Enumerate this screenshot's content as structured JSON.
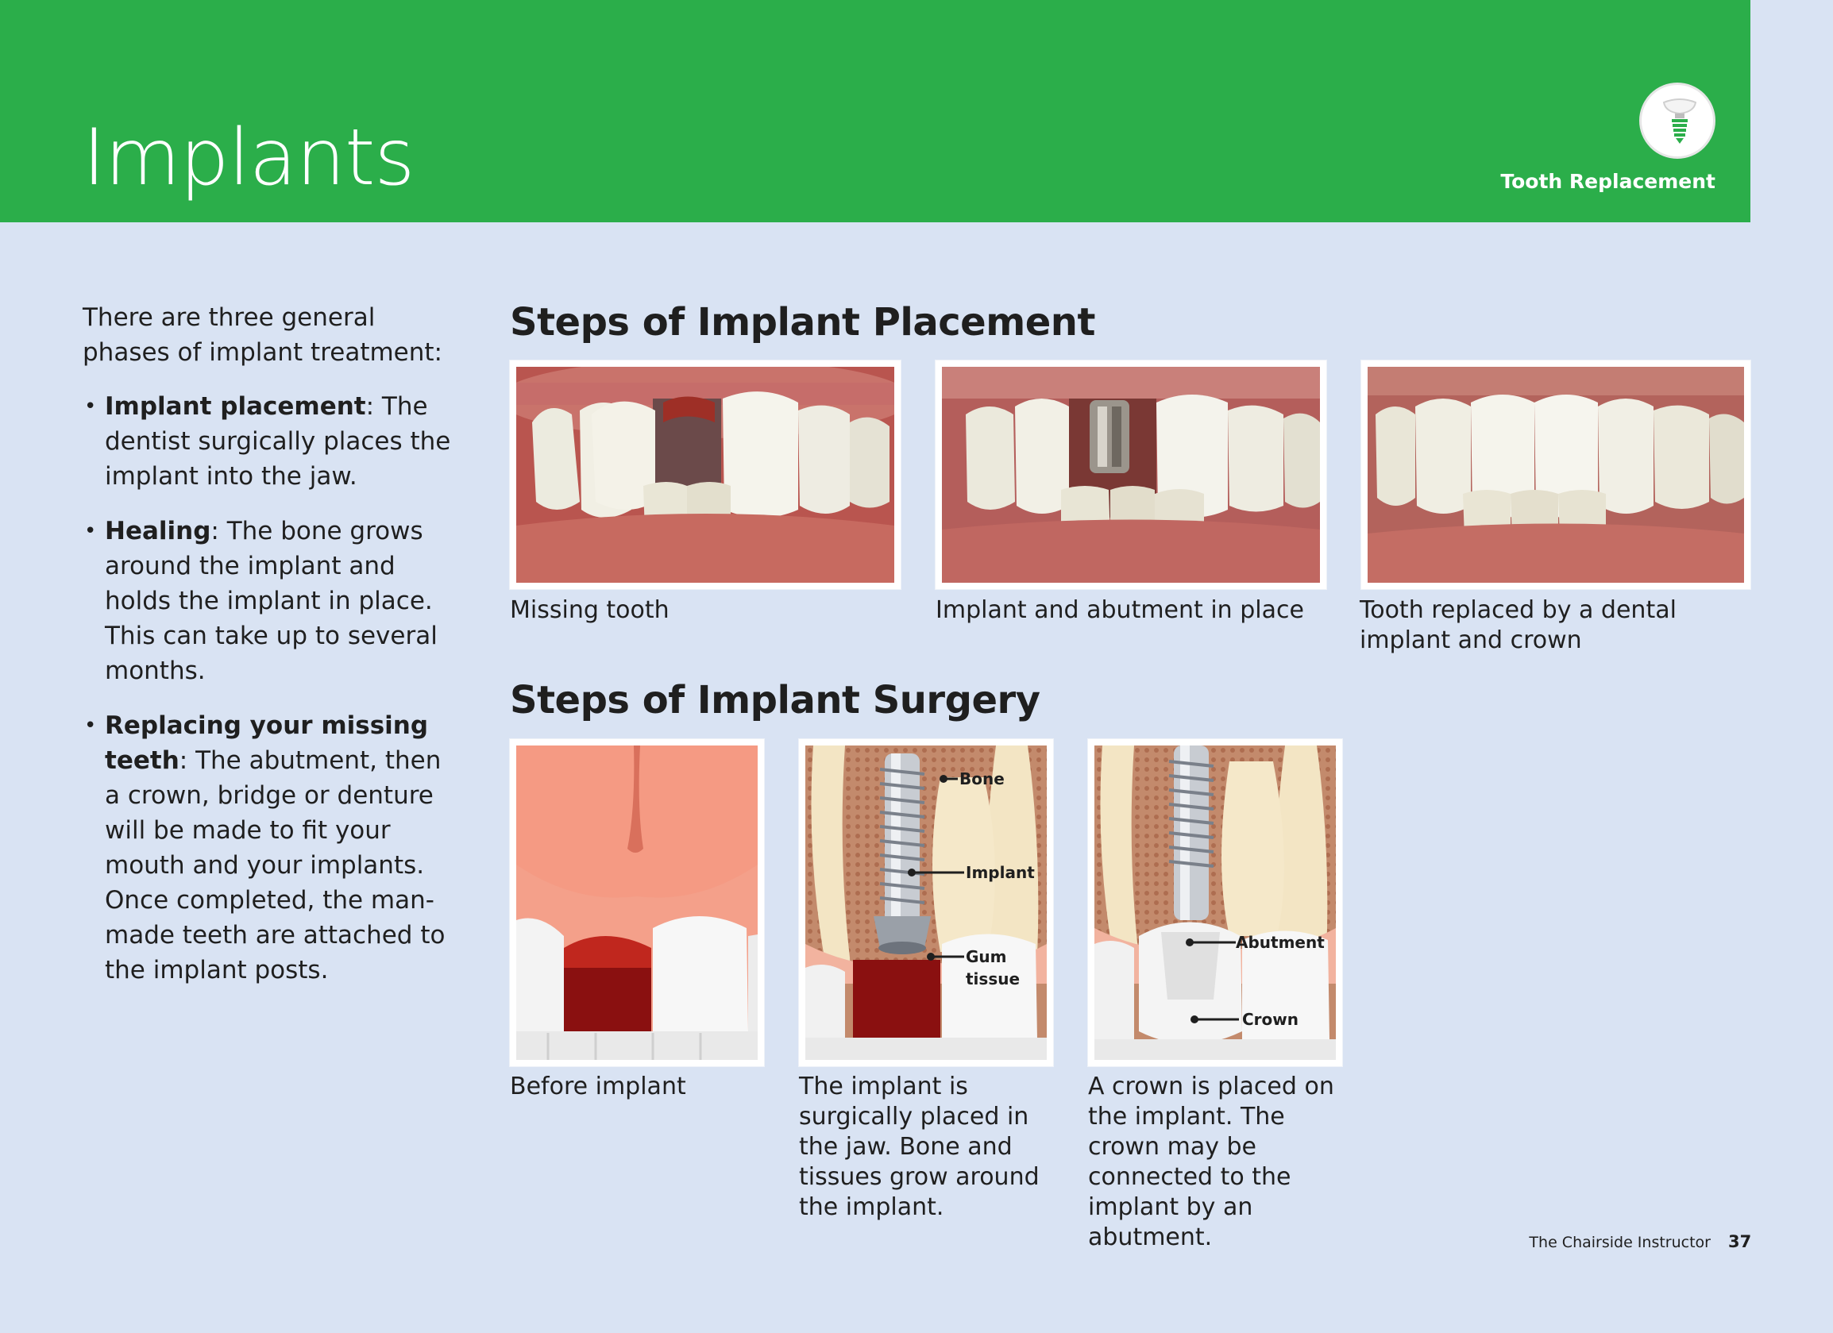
{
  "header": {
    "title": "Implants",
    "category": "Tooth Replacement",
    "category_icon": "dental-implant-icon",
    "brand_color": "#2bae4a"
  },
  "intro": {
    "lead": "There are three general phases of implant treatment:",
    "items": [
      {
        "term": "Implant placement",
        "text": ": The dentist surgically places the implant into the jaw."
      },
      {
        "term": "Healing",
        "text": ": The bone grows around the implant and holds the implant in place. This can take up to several months."
      },
      {
        "term": "Replacing your missing teeth",
        "text": ": The abutment, then a crown, bridge or denture will be made to fit your mouth and your implants. Once completed, the man-made teeth are attached to the implant posts."
      }
    ]
  },
  "placement": {
    "title": "Steps of Implant Placement",
    "steps": [
      {
        "caption": "Missing tooth"
      },
      {
        "caption": "Implant and abutment in place"
      },
      {
        "caption": "Tooth replaced by a dental implant and crown"
      }
    ]
  },
  "surgery": {
    "title": "Steps of Implant Surgery",
    "steps": [
      {
        "caption": "Before implant"
      },
      {
        "caption": "The implant is surgically placed in the jaw. Bone and tissues grow around the implant."
      },
      {
        "caption": "A crown is placed on the implant. The crown may be connected to the implant by an abutment."
      }
    ],
    "labels": {
      "bone": "Bone",
      "implant": "Implant",
      "gum": "Gum",
      "tissue": "tissue",
      "abutment": "Abutment",
      "crown": "Crown"
    }
  },
  "footer": {
    "publication": "The Chairside Instructor",
    "page": "37"
  }
}
